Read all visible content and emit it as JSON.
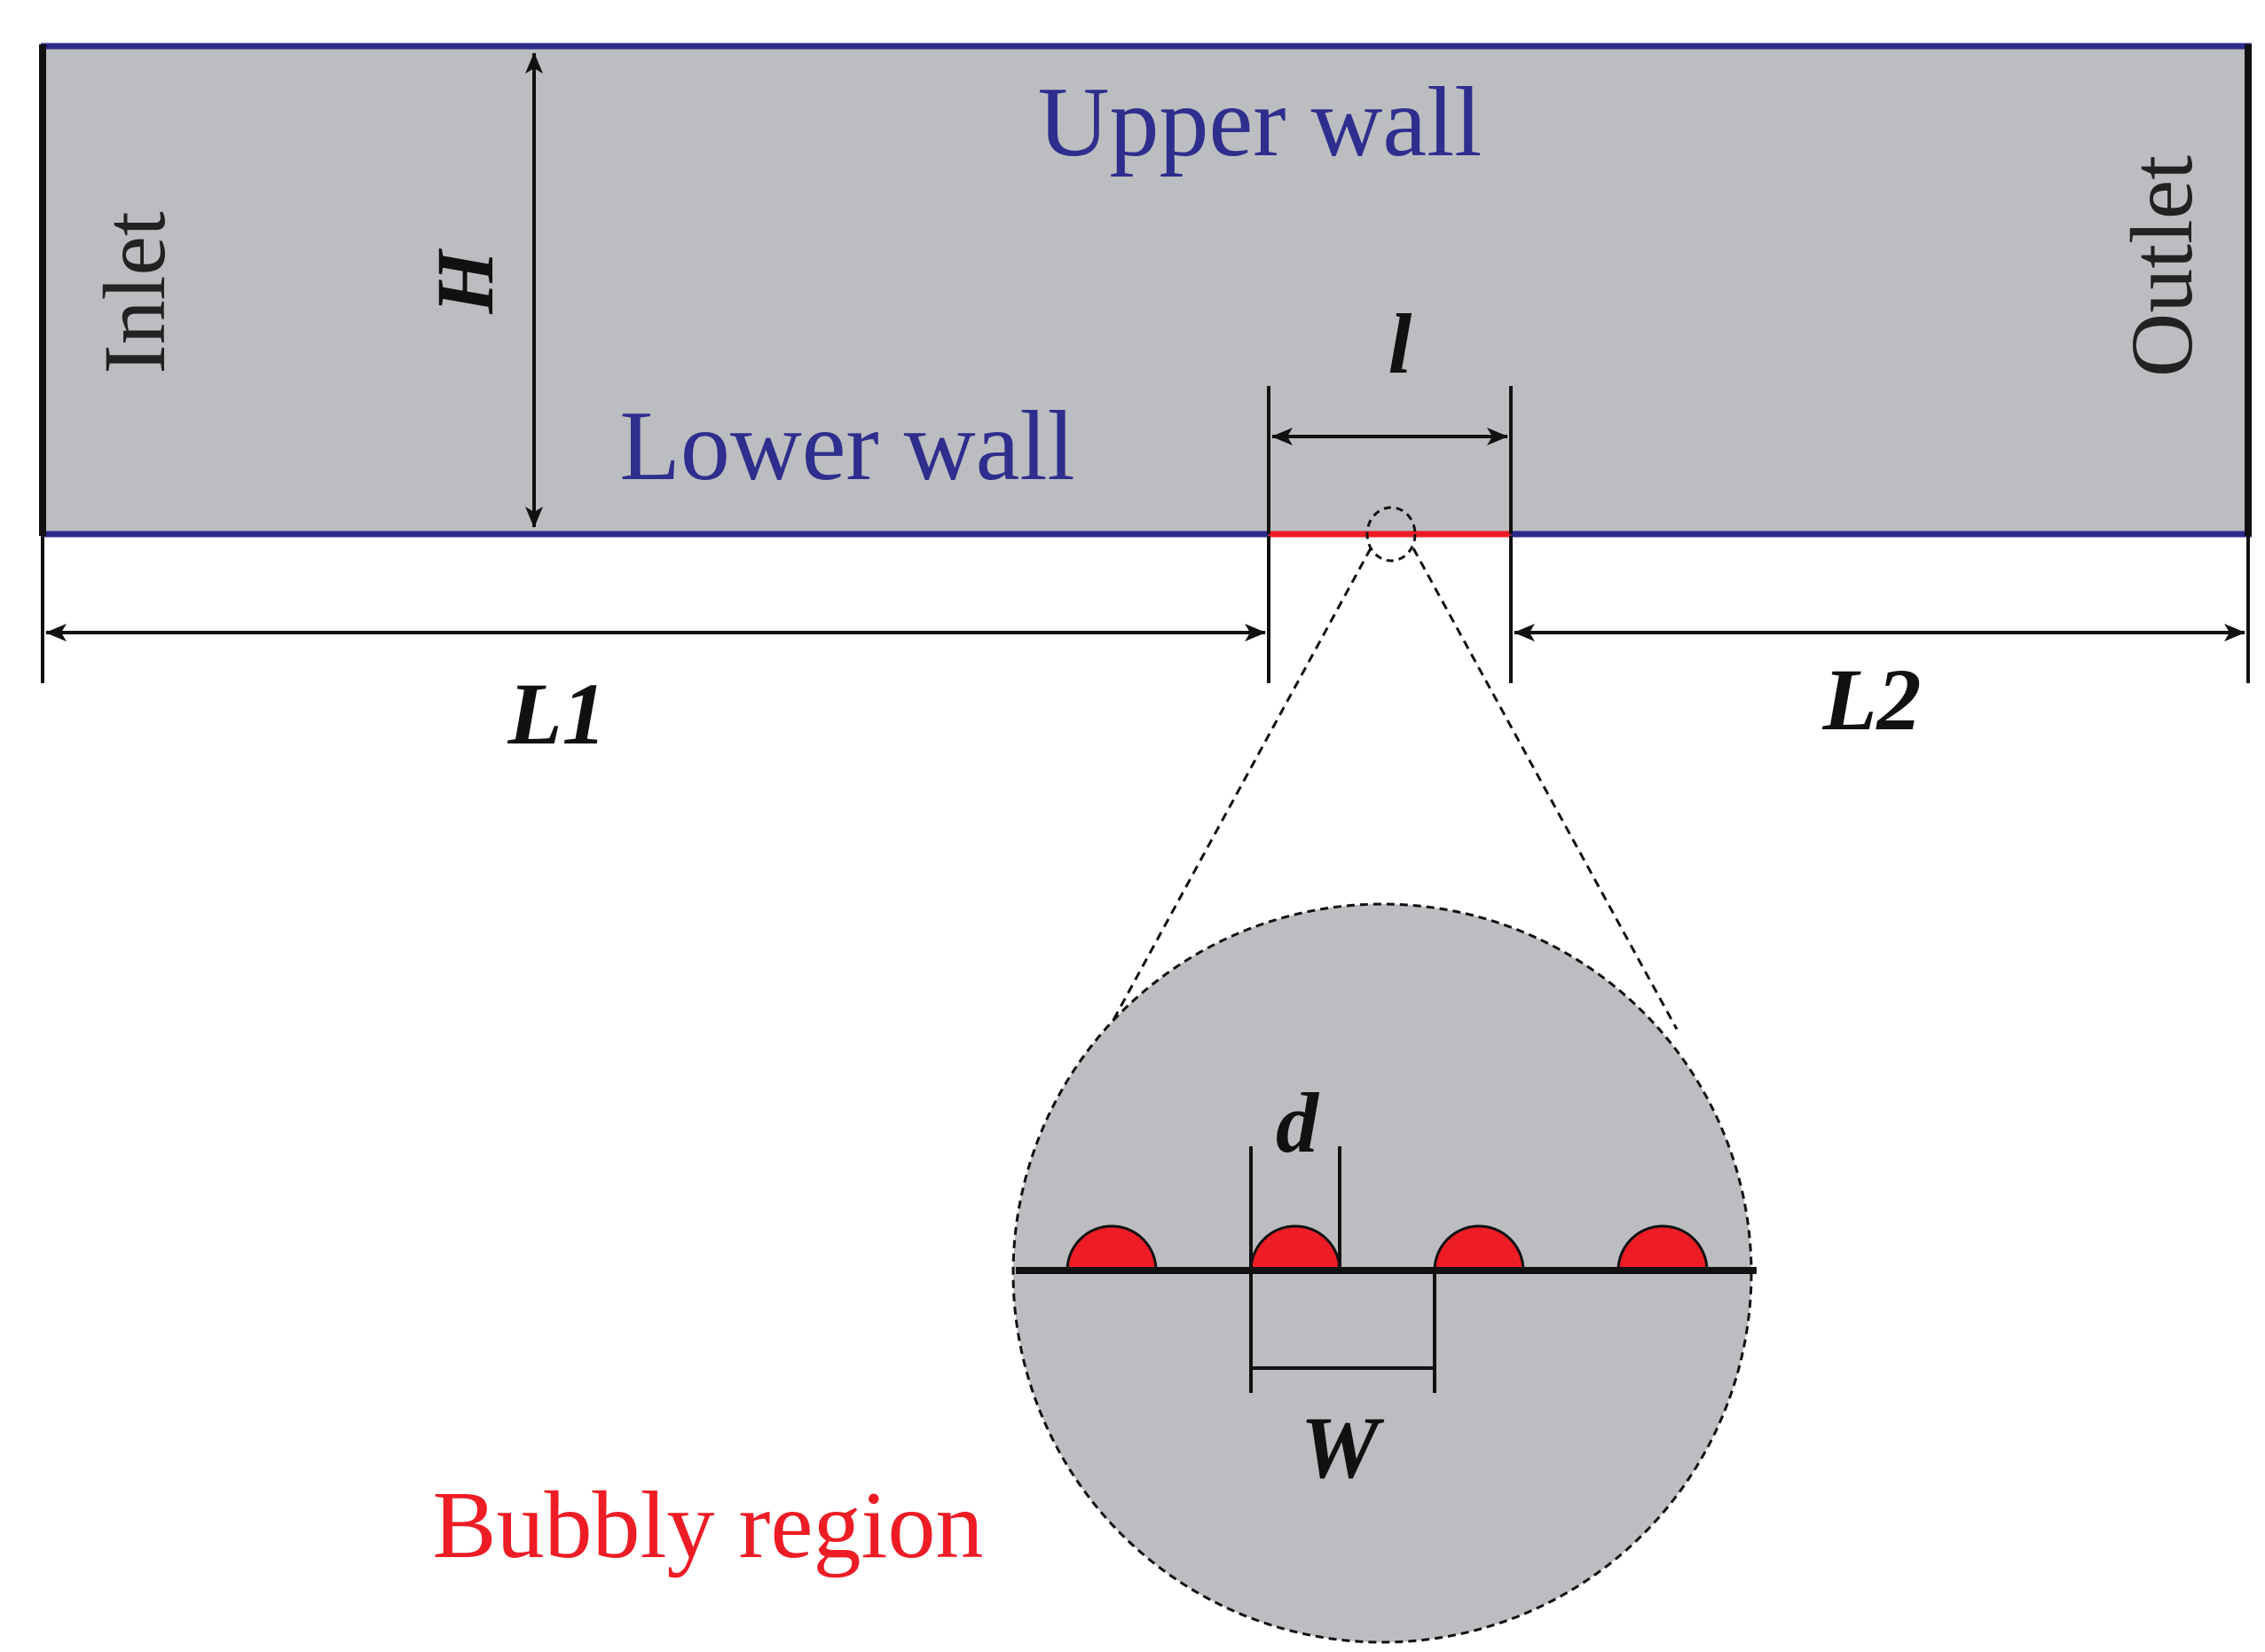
{
  "labels": {
    "upper_wall": "Upper wall",
    "lower_wall": "Lower wall",
    "inlet": "Inlet",
    "outlet": "Outlet",
    "bubbly_region": "Bubbly region"
  },
  "dimensions": {
    "height": "H",
    "bubbly_length": "l",
    "inlet_length": "L1",
    "outlet_length": "L2",
    "bubble_diameter": "d",
    "bubble_spacing": "W"
  },
  "colors": {
    "domain_fill": "#bcbdc0",
    "wall": "#2b2b8c",
    "wall_label": "#2e2e8e",
    "bubble": "#ee1c25",
    "bubbly_label": "#ee1c25",
    "line": "#111111",
    "background": "#ffffff"
  },
  "bubble_count": 4
}
